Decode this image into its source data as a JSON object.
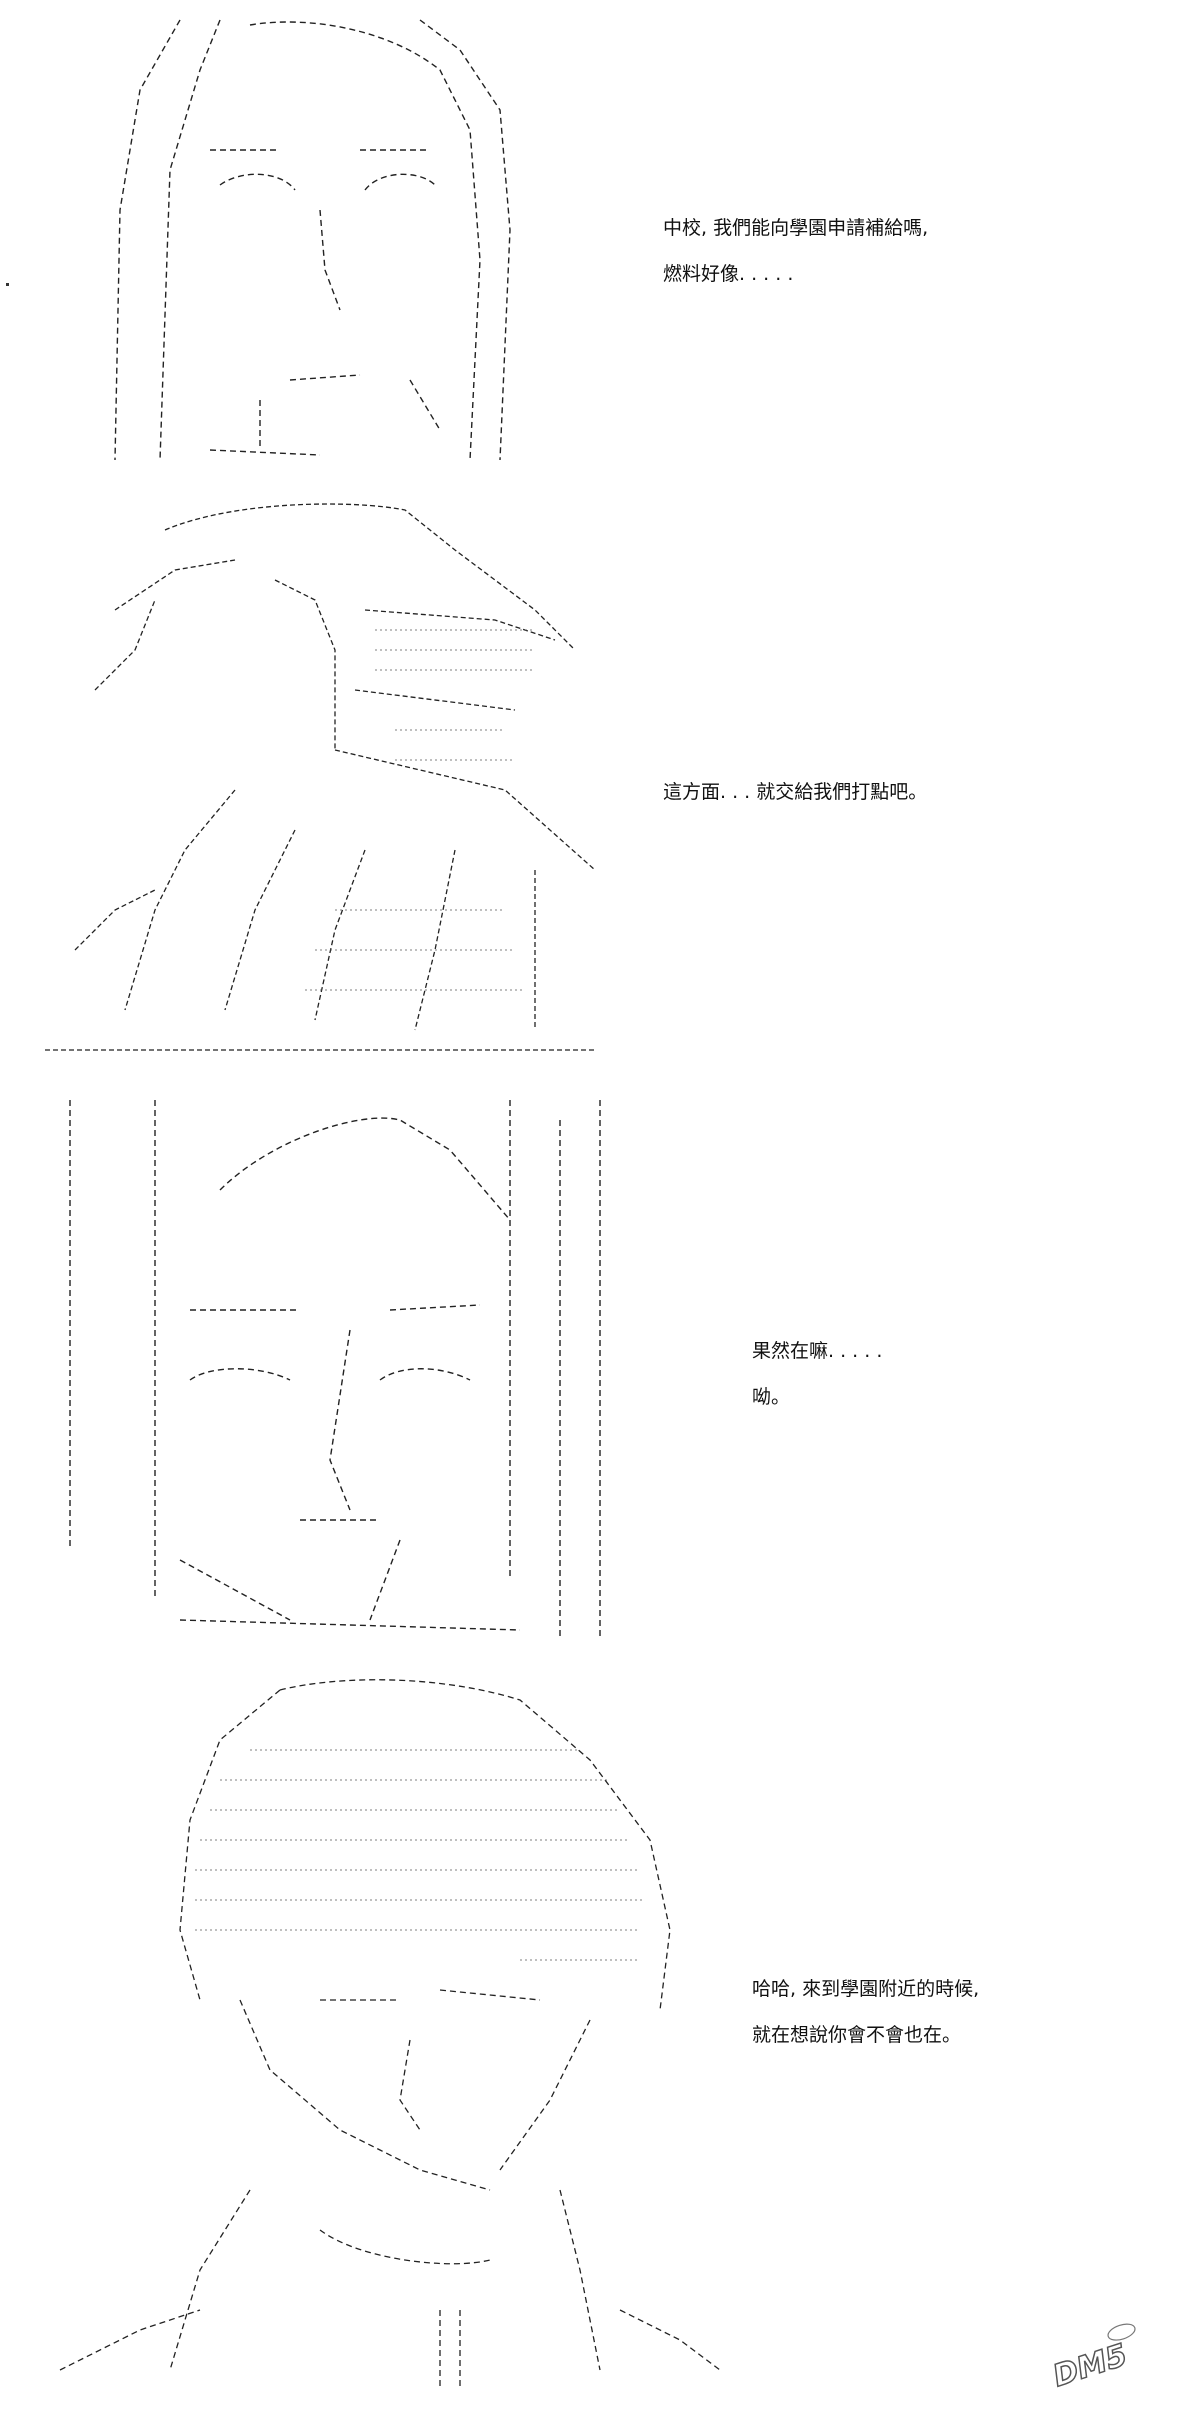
{
  "panels": [
    {
      "id": "panel1",
      "lines": [
        "中校, 我們能向學園申請補給嗎,",
        "燃料好像. . . . ."
      ]
    },
    {
      "id": "panel2",
      "lines": [
        "這方面. . . 就交給我們打點吧。"
      ]
    },
    {
      "id": "panel3",
      "lines": [
        "果然在嘛. . . . .",
        "呦。"
      ]
    },
    {
      "id": "panel4",
      "lines": [
        "哈哈, 來到學園附近的時候,",
        "就在想說你會不會也在。"
      ]
    }
  ],
  "watermark": {
    "text": "DM5"
  },
  "colors": {
    "ink": "#000000",
    "background": "#ffffff",
    "watermark": "#555555"
  }
}
